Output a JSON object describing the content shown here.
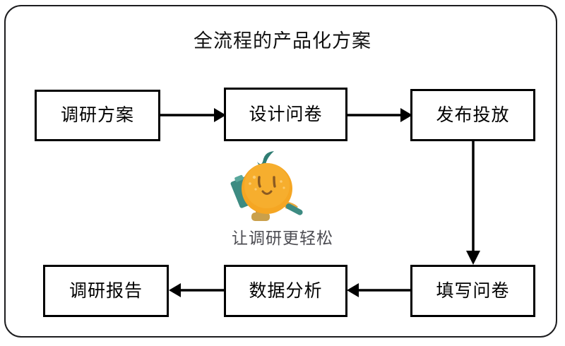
{
  "page": {
    "title": "全流程的产品化方案",
    "background_color": "#ffffff",
    "frame_border_color": "#1d1d1f"
  },
  "diagram": {
    "type": "flowchart",
    "node_border_color": "#000000",
    "node_fill_color": "#ffffff",
    "connector_color": "#000000",
    "nodes": [
      {
        "id": "plan",
        "label": "调研方案",
        "row": "top",
        "order": 1
      },
      {
        "id": "design",
        "label": "设计问卷",
        "row": "top",
        "order": 2
      },
      {
        "id": "publish",
        "label": "发布投放",
        "row": "top",
        "order": 3
      },
      {
        "id": "fill",
        "label": "填写问卷",
        "row": "bottom",
        "order": 4
      },
      {
        "id": "analyze",
        "label": "数据分析",
        "row": "bottom",
        "order": 5
      },
      {
        "id": "report",
        "label": "调研报告",
        "row": "bottom",
        "order": 6
      }
    ],
    "edges": [
      {
        "from": "plan",
        "to": "design",
        "direction": "right"
      },
      {
        "from": "design",
        "to": "publish",
        "direction": "right"
      },
      {
        "from": "publish",
        "to": "fill",
        "direction": "down"
      },
      {
        "from": "fill",
        "to": "analyze",
        "direction": "left"
      },
      {
        "from": "analyze",
        "to": "report",
        "direction": "left"
      }
    ]
  },
  "mascot": {
    "name": "orange-mascot",
    "tagline": "让调研更轻松",
    "tagline_color": "#4c4c52",
    "body_color": "#f5a623",
    "body_highlight_color": "#f9c04a",
    "leaf_color": "#2f7d73",
    "accessory_color": "#3d8b82",
    "boot_color": "#d39b3a",
    "face_color": "#8a5a22"
  }
}
